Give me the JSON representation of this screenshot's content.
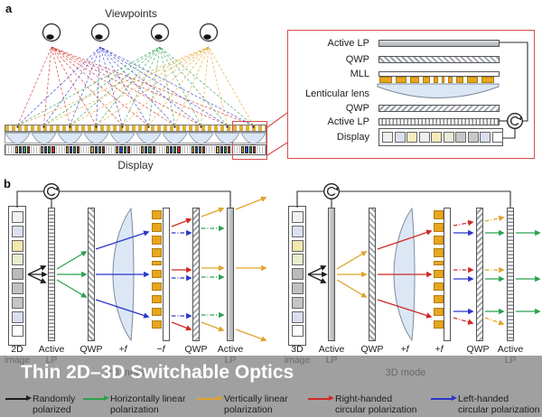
{
  "panel_a": {
    "label": "a",
    "viewpoints_title": "Viewpoints",
    "display_label": "Display",
    "pixel_colors": [
      "#d9a62a",
      "#2a4fc0",
      "#2e9e4f",
      "#cc2a26"
    ],
    "inset": {
      "layer_labels": [
        "Active LP",
        "QWP",
        "MLL",
        "Lenticular lens",
        "QWP",
        "Active LP",
        "Display"
      ],
      "display_squares": [
        "#f0f0f0",
        "#dce1f2",
        "#f5ecc0",
        "#efefef",
        "#f3ecb8",
        "#e7ecd8",
        "#c6c8ca",
        "#c6c8ca",
        "#d9def0",
        "#ffffff"
      ]
    }
  },
  "panel_b": {
    "label": "b",
    "image_squares": [
      "#f1f1f1",
      "#dbe0f1",
      "#f3e7ae",
      "#eaedcf",
      "#b8babc",
      "#bfc1c3",
      "#c3c5c7",
      "#d9ddef",
      "#fdfdfd"
    ],
    "left": {
      "columns": [
        {
          "line1": "2D",
          "line2": "image"
        },
        {
          "line1": "Active",
          "line2": "LP"
        },
        {
          "line1": "QWP",
          "line2": ""
        },
        {
          "line1": "+f",
          "line2": ""
        },
        {
          "line1": "−f",
          "line2": ""
        },
        {
          "line1": "QWP",
          "line2": ""
        },
        {
          "line1": "Active",
          "line2": "LP"
        }
      ],
      "mode_label": "2D mode"
    },
    "right": {
      "columns": [
        {
          "line1": "3D",
          "line2": "image"
        },
        {
          "line1": "Active",
          "line2": "LP"
        },
        {
          "line1": "QWP",
          "line2": ""
        },
        {
          "line1": "+f",
          "line2": ""
        },
        {
          "line1": "+f",
          "line2": ""
        },
        {
          "line1": "QWP",
          "line2": ""
        },
        {
          "line1": "Active",
          "line2": "LP"
        }
      ],
      "mode_label": "3D mode"
    }
  },
  "caption": {
    "title": "Thin 2D–3D Switchable Optics"
  },
  "legend": {
    "items": [
      {
        "line1": "Randomly",
        "line2": "polarized",
        "color": "#1c1c1c"
      },
      {
        "line1": "Horizontally linear",
        "line2": "polarization",
        "color": "#2ba14f"
      },
      {
        "line1": "Vertically linear",
        "line2": "polarization",
        "color": "#dfa32b"
      },
      {
        "line1": "Right-handed",
        "line2": "circular polarization",
        "color": "#cf2a24"
      },
      {
        "line1": "Left-handed",
        "line2": "circular polarization",
        "color": "#2b36c9"
      }
    ]
  },
  "colors": {
    "randomly": "#1c1c1c",
    "horizontal_linear": "#2ba14f",
    "vertical_linear": "#dfa32b",
    "right_circular": "#cf2a24",
    "left_circular": "#2b36c9",
    "mll_orange": "#e8a61e",
    "lens_fill": "#dbe7f5",
    "highlight_red": "#d94c4c",
    "overlay_gray": "#808080"
  }
}
